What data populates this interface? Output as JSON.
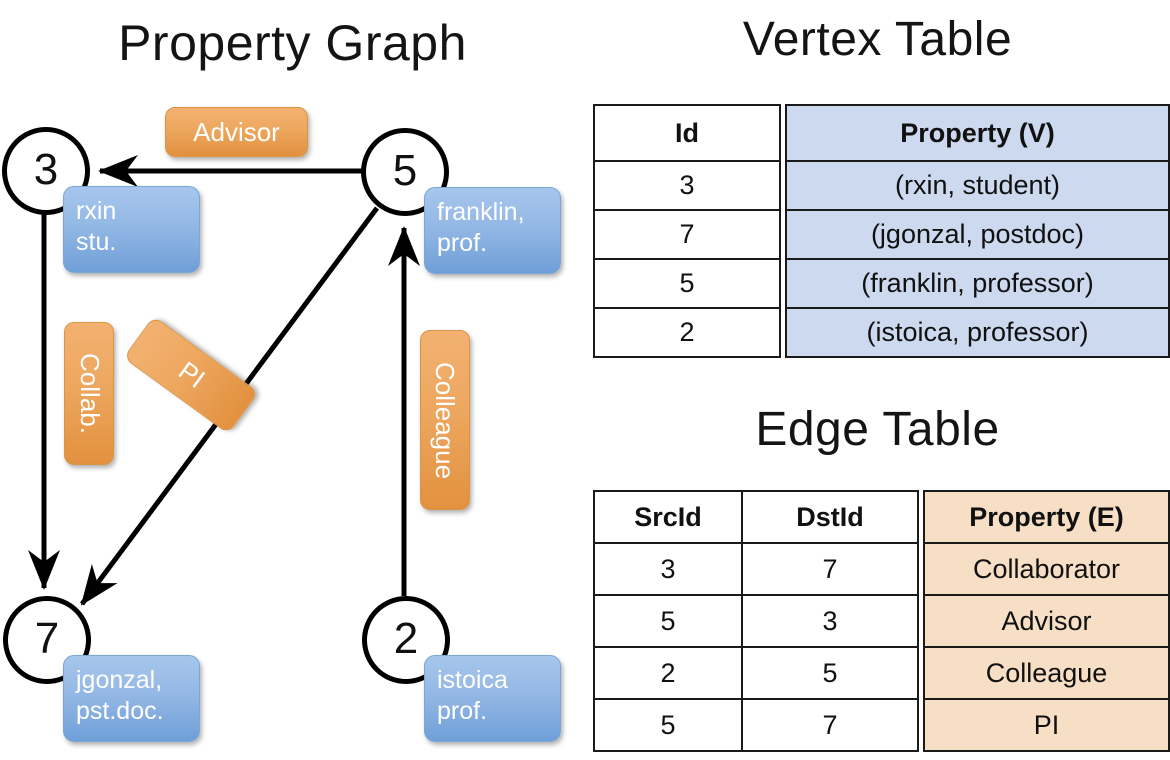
{
  "graph": {
    "title": "Property Graph",
    "vertices": [
      {
        "id": "3",
        "property": "rxin\nstu."
      },
      {
        "id": "5",
        "property": "franklin,\nprof."
      },
      {
        "id": "7",
        "property": "jgonzal,\npst.doc."
      },
      {
        "id": "2",
        "property": "istoica\nprof."
      }
    ],
    "vertex_labels": {
      "v3": "3",
      "v5": "5",
      "v7": "7",
      "v2": "2"
    },
    "vertex_props": {
      "v3_line1": "rxin",
      "v3_line2": "stu.",
      "v5_line1": "franklin,",
      "v5_line2": "prof.",
      "v7_line1": "jgonzal,",
      "v7_line2": "pst.doc.",
      "v2_line1": "istoica",
      "v2_line2": "prof."
    },
    "edge_labels": {
      "advisor": "Advisor",
      "collab": "Collab.",
      "pi": "PI",
      "colleague": "Colleague"
    },
    "edges": [
      {
        "src": "5",
        "dst": "3",
        "label": "Advisor"
      },
      {
        "src": "3",
        "dst": "7",
        "label": "Collab."
      },
      {
        "src": "5",
        "dst": "7",
        "label": "PI"
      },
      {
        "src": "2",
        "dst": "5",
        "label": "Colleague"
      }
    ]
  },
  "vertex_table": {
    "title": "Vertex Table",
    "headers": {
      "id": "Id",
      "property": "Property (V)"
    },
    "rows": [
      {
        "id": "3",
        "property": "(rxin, student)"
      },
      {
        "id": "7",
        "property": "(jgonzal, postdoc)"
      },
      {
        "id": "5",
        "property": "(franklin, professor)"
      },
      {
        "id": "2",
        "property": "(istoica, professor)"
      }
    ]
  },
  "edge_table": {
    "title": "Edge Table",
    "headers": {
      "src": "SrcId",
      "dst": "DstId",
      "property": "Property (E)"
    },
    "rows": [
      {
        "src": "3",
        "dst": "7",
        "property": "Collaborator"
      },
      {
        "src": "5",
        "dst": "3",
        "property": "Advisor"
      },
      {
        "src": "2",
        "dst": "5",
        "property": "Colleague"
      },
      {
        "src": "5",
        "dst": "7",
        "property": "PI"
      }
    ]
  },
  "colors": {
    "vertex_property_fill": "#94b8e5",
    "edge_label_fill": "#eda75f",
    "vertex_table_property_fill": "#ccd9ee",
    "edge_table_property_fill": "#f6dfc4",
    "stroke": "#000000",
    "background": "#ffffff"
  }
}
